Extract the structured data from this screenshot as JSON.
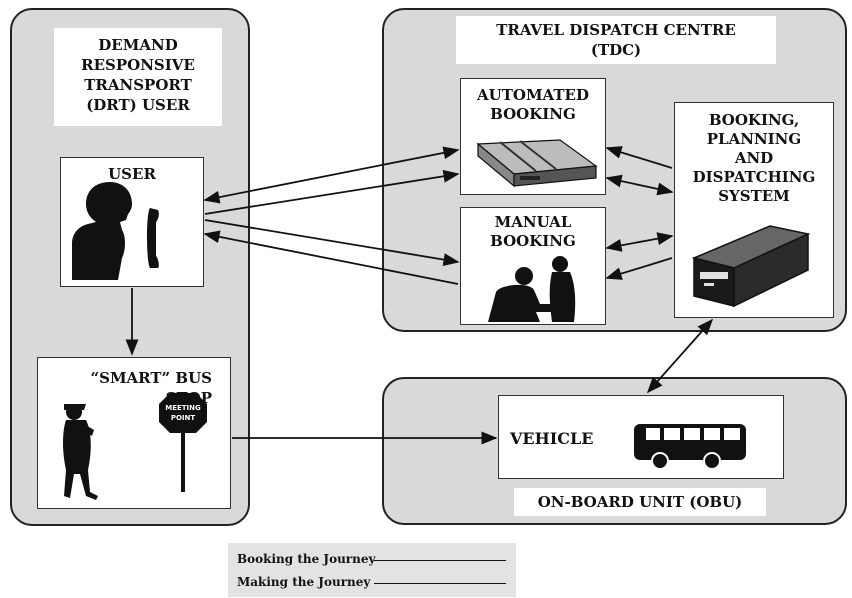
{
  "drt_panel": {
    "title": "DEMAND\nRESPONSIVE\nTRANSPORT\n(DRT) USER"
  },
  "user_box": {
    "title": "USER"
  },
  "smart_stop": {
    "title": "“SMART” BUS\nSTOP",
    "sign_text": "MEETING\nPOINT"
  },
  "tdc_panel": {
    "title": "TRAVEL DISPATCH CENTRE\n(TDC)"
  },
  "automated_booking": {
    "title": "AUTOMATED\nBOOKING"
  },
  "manual_booking": {
    "title": "MANUAL\nBOOKING"
  },
  "bpd_system": {
    "title": "BOOKING,\nPLANNING\nAND\nDISPATCHING\nSYSTEM"
  },
  "obu_panel": {
    "title": "ON-BOARD UNIT (OBU)"
  },
  "vehicle_box": {
    "title": "VEHICLE"
  },
  "legend": {
    "booking": "Booking the Journey",
    "making": "Making the Journey"
  },
  "colors": {
    "panel": "#d9d9d9",
    "box": "#ffffff",
    "line": "#111111"
  }
}
